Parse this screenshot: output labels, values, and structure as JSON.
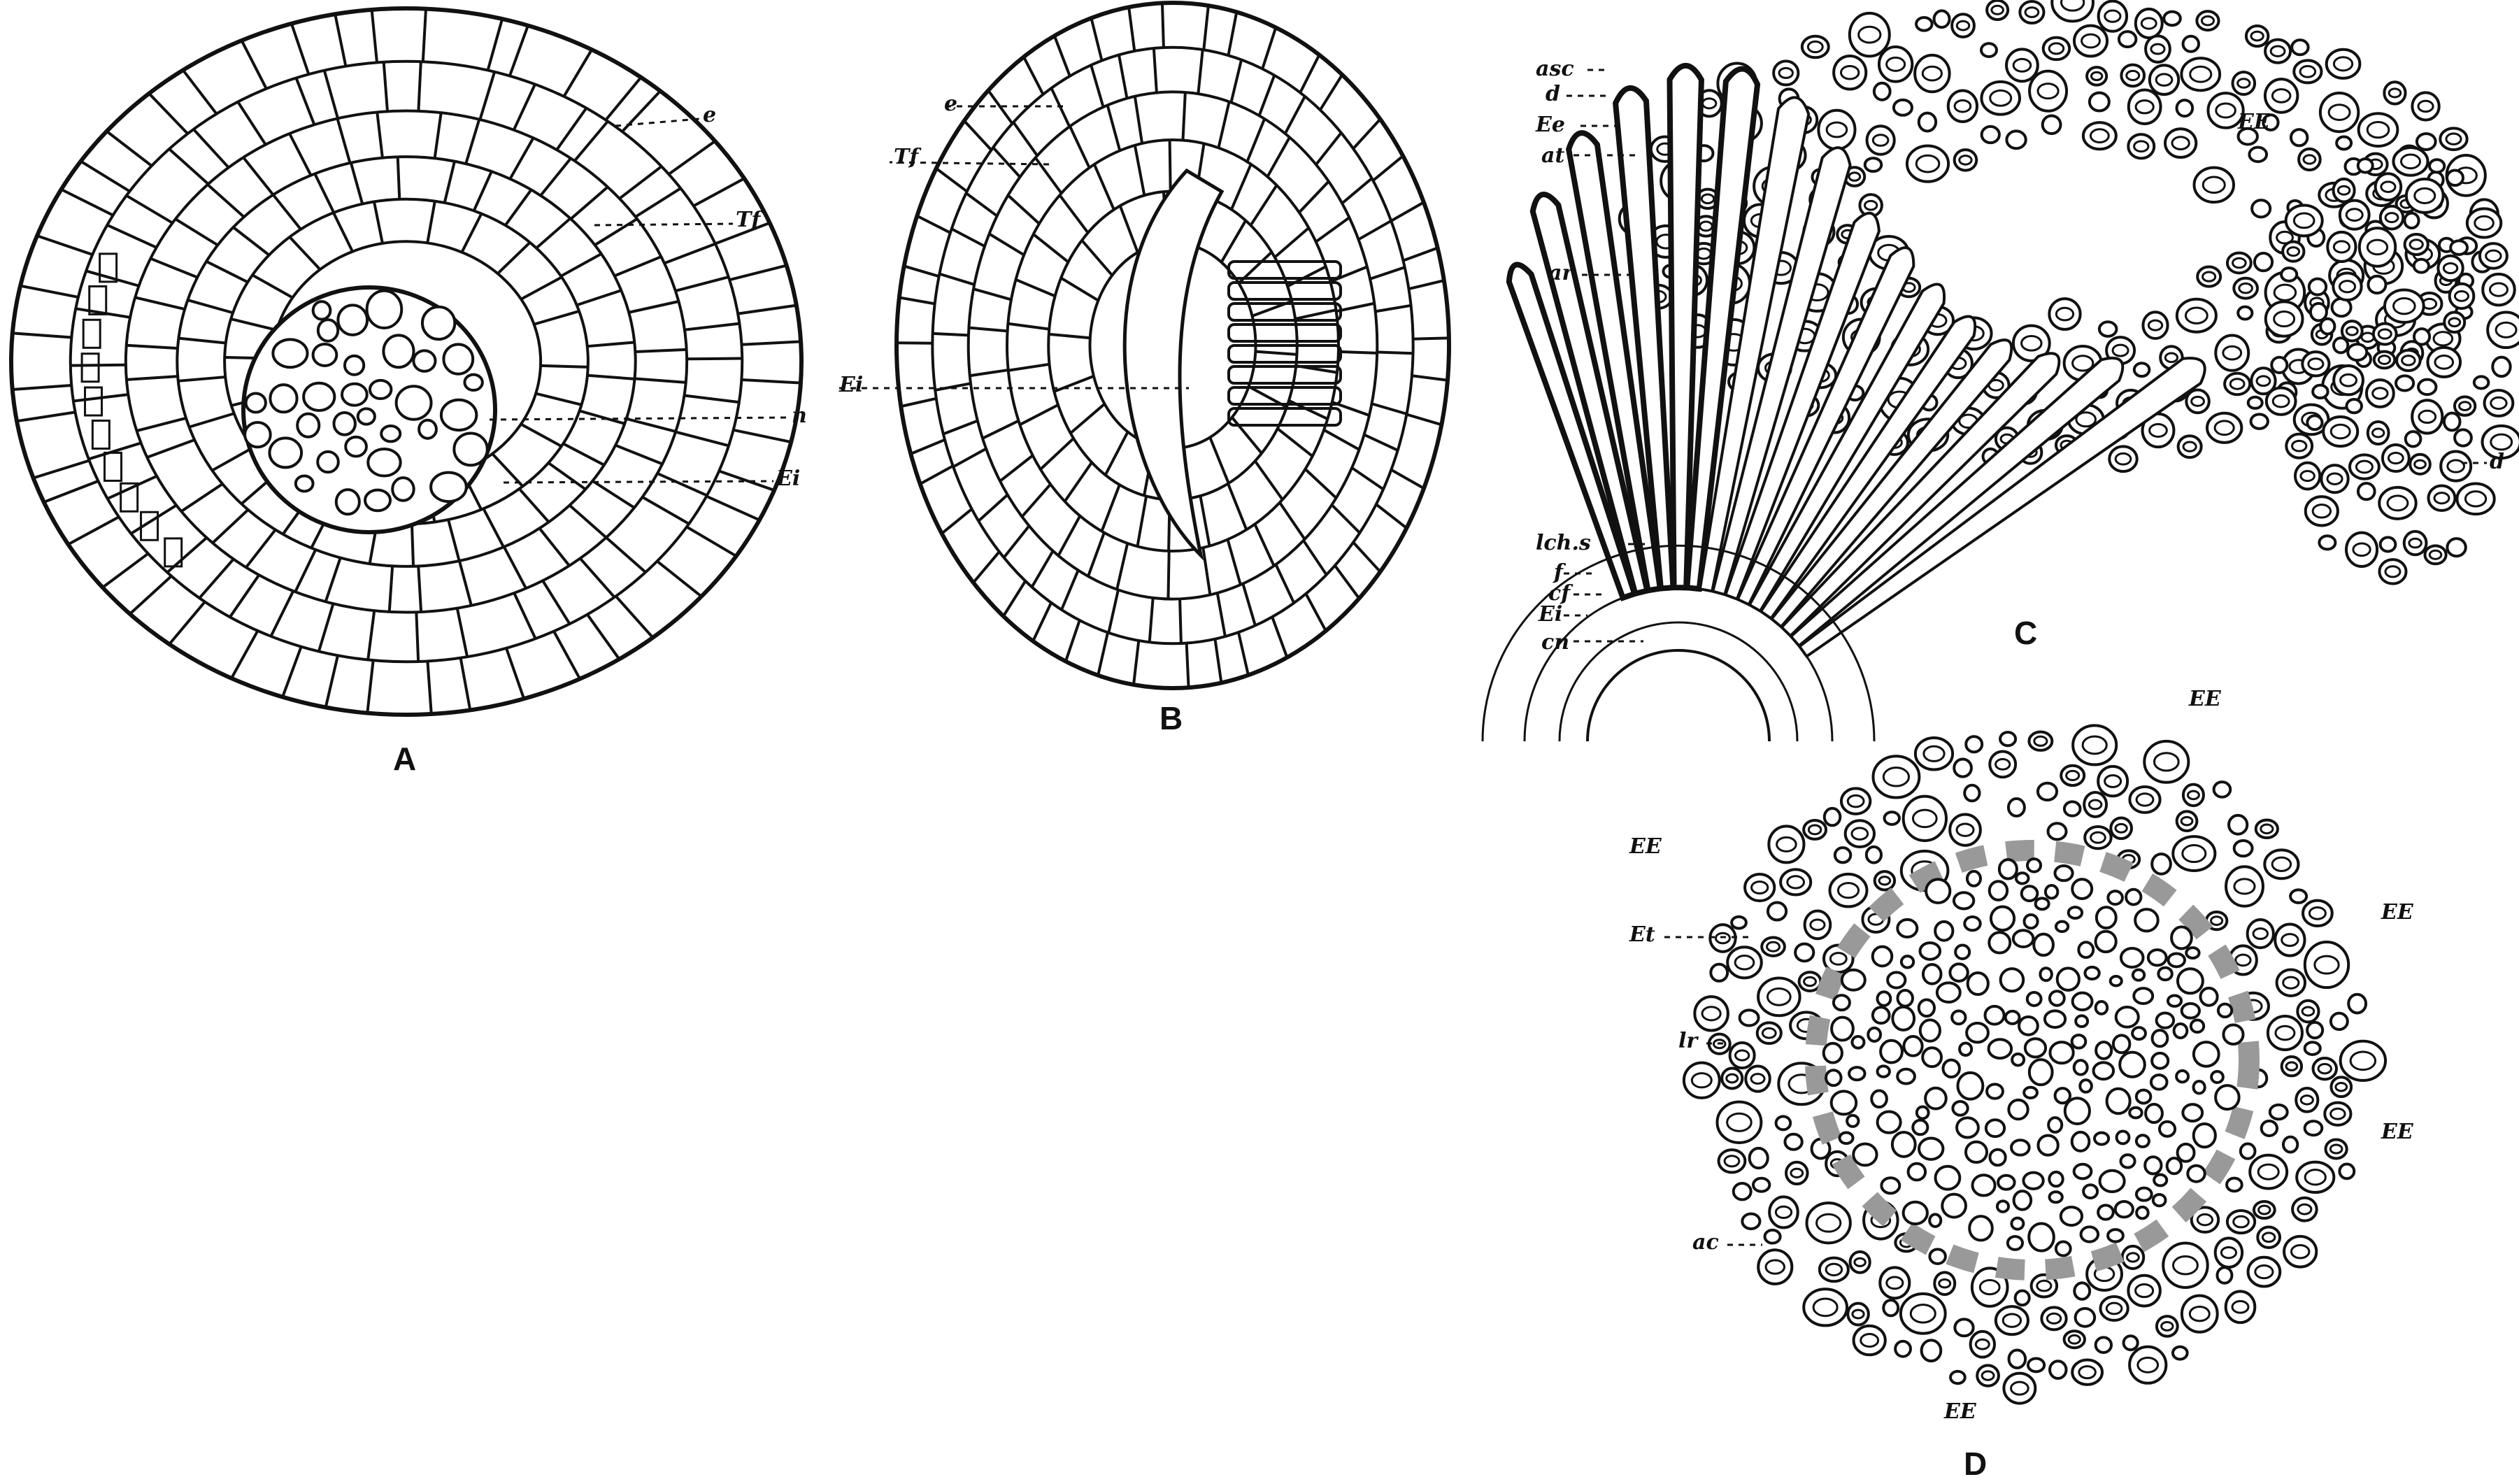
{
  "figures": {
    "A": {
      "caption": "A",
      "labels": {
        "e": "e",
        "tf": "Tf",
        "n": "n",
        "ei": "Ei"
      }
    },
    "B": {
      "caption": "B",
      "labels": {
        "e": "e",
        "tf": "Tf",
        "ei": "Ei"
      }
    },
    "C": {
      "caption": "C",
      "labels": {
        "asc": "asc",
        "d1": "d",
        "ee": "Ee",
        "at": "at",
        "ar": "ar",
        "lchs": "lch.s",
        "f": "f",
        "cf": "cf",
        "ei": "Ei",
        "cn": "cn",
        "EE": "EE",
        "d2": "d"
      }
    },
    "D": {
      "caption": "D",
      "labels": {
        "ee_top": "EE",
        "ee_left": "EE",
        "et": "Et",
        "lr": "lr",
        "ee_right1": "EE",
        "ee_right2": "EE",
        "ac": "ac",
        "ee_bottom": "EE"
      }
    }
  },
  "colors": {
    "ink": "#111111",
    "paper": "#ffffff",
    "hatch": "#999999"
  }
}
